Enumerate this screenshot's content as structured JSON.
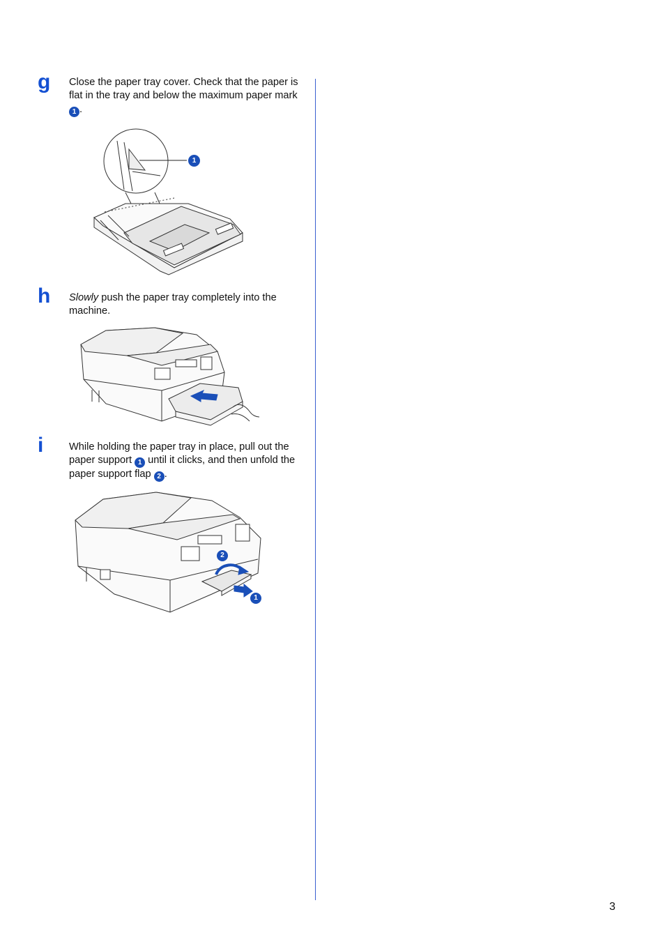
{
  "steps": [
    {
      "letter": "g",
      "text_before": "Close the paper tray cover. Check that the paper is flat in the tray and below the maximum paper mark ",
      "marker": "1",
      "text_after": ".",
      "illustration_callouts": [
        "1"
      ]
    },
    {
      "letter": "h",
      "emphasis": "Slowly",
      "text": " push the paper tray completely into the machine."
    },
    {
      "letter": "i",
      "text_part1": "While holding the paper tray in place, pull out the paper support ",
      "marker1": "1",
      "text_part2": " until it clicks, and then unfold the paper support flap ",
      "marker2": "2",
      "text_part3": ".",
      "illustration_callouts": [
        "1",
        "2"
      ]
    }
  ],
  "page_number": "3",
  "colors": {
    "accent": "#1450d2",
    "badge": "#1a4fb8",
    "divider": "#3a5fd0"
  }
}
